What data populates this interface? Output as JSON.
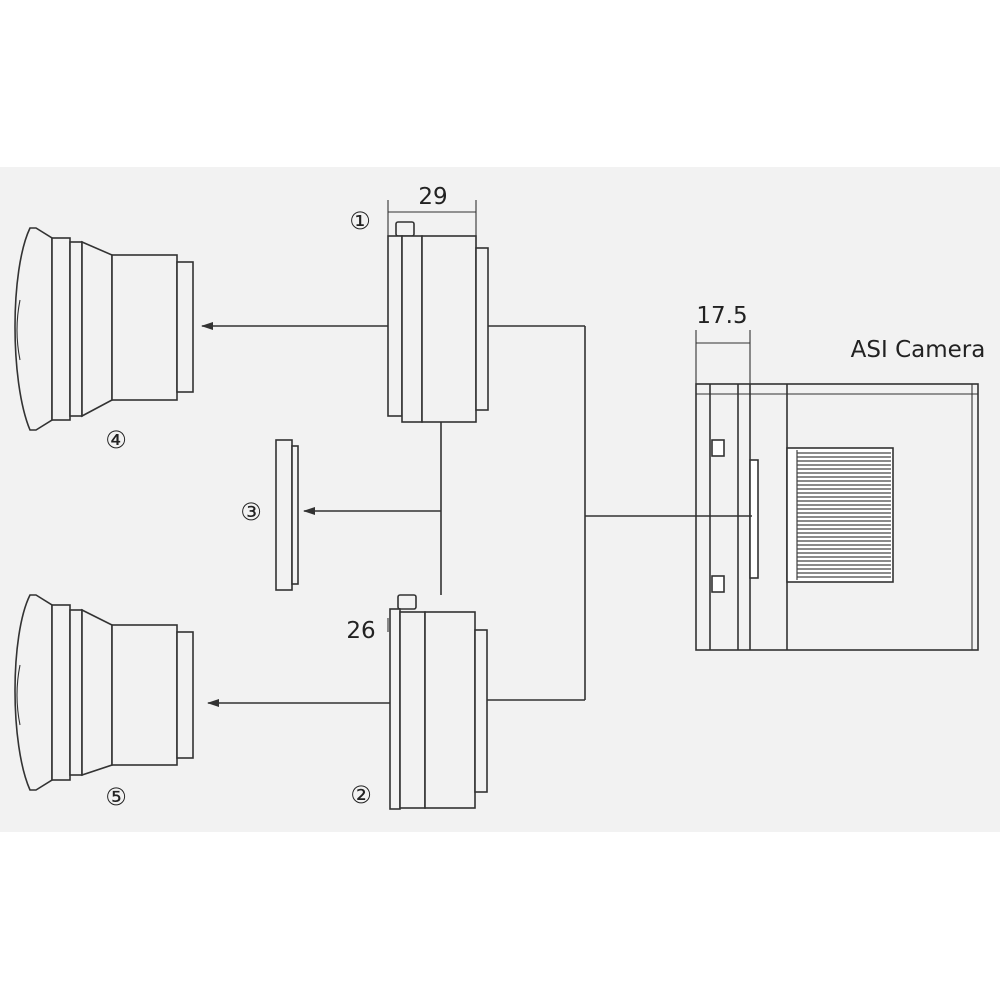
{
  "labels": {
    "camera": "ASI Camera",
    "dim_camera": "17.5",
    "dim_adapter_1": "29",
    "dim_adapter_2": "26",
    "num_1": "①",
    "num_2": "②",
    "num_3": "③",
    "num_4": "④",
    "num_5": "⑤"
  },
  "colors": {
    "panel_background": "#f2f2f2",
    "line": "#333333",
    "text": "#222222"
  }
}
